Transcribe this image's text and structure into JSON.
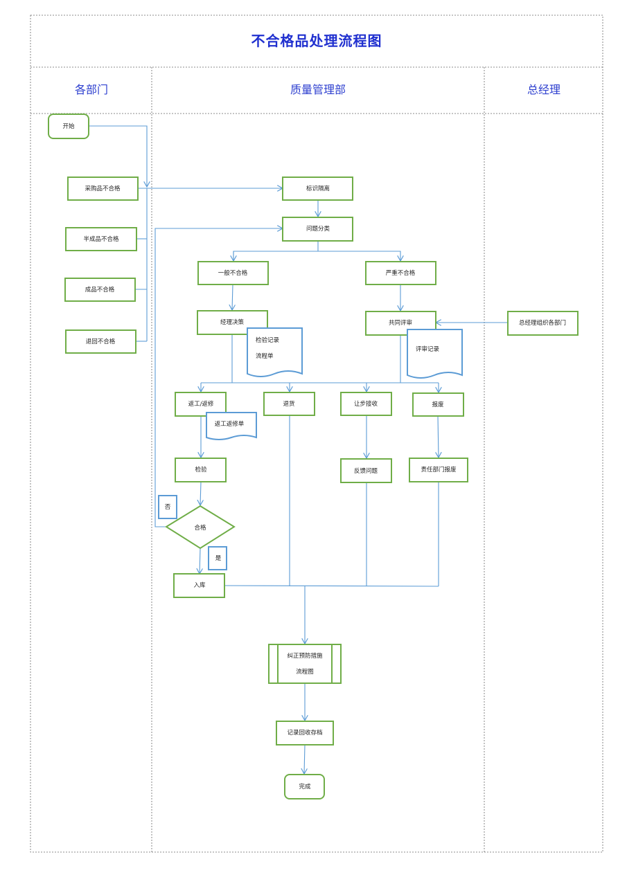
{
  "title": "不合格品处理流程图",
  "lanes": [
    "各部门",
    "质量管理部",
    "总经理"
  ],
  "nodes": {
    "start": "开始",
    "purchase": "采购品不合格",
    "semi": "半成品不合格",
    "finished": "成品不合格",
    "returned": "退回不合格",
    "identify": "标识隔离",
    "classify": "问题分类",
    "general": "一般不合格",
    "serious": "严重不合格",
    "manager_decision": "经理决策",
    "joint_review": "共同评审",
    "gm_org": "总经理组织各部门",
    "rework": "返工/返修",
    "return_goods": "退货",
    "concession": "让步接收",
    "scrap": "报废",
    "inspect": "检验",
    "feedback": "反馈问题",
    "resp_scrap": "责任部门报废",
    "qualified": "合格",
    "no": "否",
    "yes": "是",
    "stock_in": "入库",
    "corrective_1": "纠正预防措施",
    "corrective_2": "流程图",
    "record_archive": "记录回收存档",
    "done": "完成"
  },
  "documents": {
    "inspect_record_1": "检验记录",
    "inspect_record_2": "流程单",
    "review_record": "评审记录",
    "rework_sheet": "返工返修单"
  },
  "colors": {
    "box_stroke": "#6fad47",
    "doc_stroke": "#5b9bd5",
    "line": "#5b9bd5",
    "title": "#1f2fcf",
    "lane_text": "#2d3fcf",
    "grid": "#666666"
  }
}
